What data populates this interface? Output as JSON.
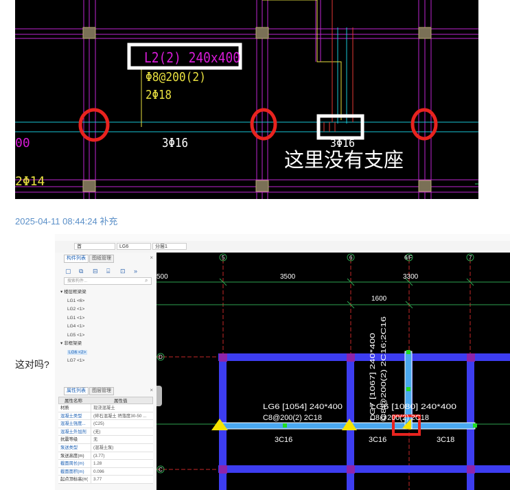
{
  "cad_top": {
    "beam_mark": "L2(2) 240x400",
    "stirrup": "Φ8@200(2)",
    "top_bars": "2Φ18",
    "bottom_bars": "3Φ16",
    "right_bottom_bars": "3Φ16",
    "left_edge_text_a": "00",
    "left_edge_text_b": "2Φ14",
    "annotation": "这里没有支座"
  },
  "post": {
    "supplement_stamp": "2025-04-11 08:44:24 补充",
    "question": "这对吗?"
  },
  "app": {
    "menubar_items": [
      "",
      "",
      "",
      "",
      "",
      "",
      "",
      ""
    ],
    "toolbar": {
      "floor_select": "首",
      "component_select": "LG6",
      "layer_select": "分层1"
    },
    "panel_top": {
      "tab_active": "构件列表",
      "tab_other": "图纸管理",
      "search_placeholder": "搜索构件...",
      "group_1": "楼层框梁梁",
      "group_1_items": [
        "LG1 <6>",
        "LG2 <1>",
        "LG1 <1>",
        "LG4 <1>",
        "LG5 <1>"
      ],
      "group_2": "非框架梁",
      "group_2_selected": "LG6 <2>",
      "group_2_items": [
        "LG7 <1>"
      ]
    },
    "panel_props": {
      "tab_active": "属性列表",
      "tab_other": "图层管理",
      "col_name": "属性名称",
      "col_value": "属性值",
      "rows": [
        {
          "k": "材质",
          "v": "现浇混凝土"
        },
        {
          "k": "混凝土类型",
          "v": "(碎石混凝土 坍落度30-50 ..."
        },
        {
          "k": "混凝土强度...",
          "v": "(C25)"
        },
        {
          "k": "混凝土外加剂",
          "v": "(无)"
        },
        {
          "k": "抗震等级",
          "v": "无"
        },
        {
          "k": "泵送类型",
          "v": "(混凝土泵)"
        },
        {
          "k": "泵送高度(m)",
          "v": "(3.77)"
        },
        {
          "k": "截面周长(m)",
          "v": "1.28"
        },
        {
          "k": "截面面积(m)",
          "v": "0.096"
        },
        {
          "k": "起点顶标高(m)",
          "v": "3.77"
        }
      ]
    },
    "drawing": {
      "axis_labels": [
        "5",
        "6",
        "6/F",
        "7"
      ],
      "row_labels": [
        "D",
        "C"
      ],
      "dims": [
        "500",
        "3500",
        "3300",
        "1600"
      ],
      "beam_lg6": "LG6 [1054] 240*400",
      "beam_lg6_rebar": "C8@200(2) 2C18",
      "beam_vertical": "LG7 [1067] 240*400",
      "beam_vertical_rebar": "C8@200(2) 2C16;2C16",
      "beam_lg6b": "LG6 [1080] 240*400",
      "beam_lg6b_rebar": "C8@200(2) 2C18",
      "bottom_1": "3C16",
      "bottom_2": "3C16",
      "bottom_3": "3C18"
    }
  }
}
